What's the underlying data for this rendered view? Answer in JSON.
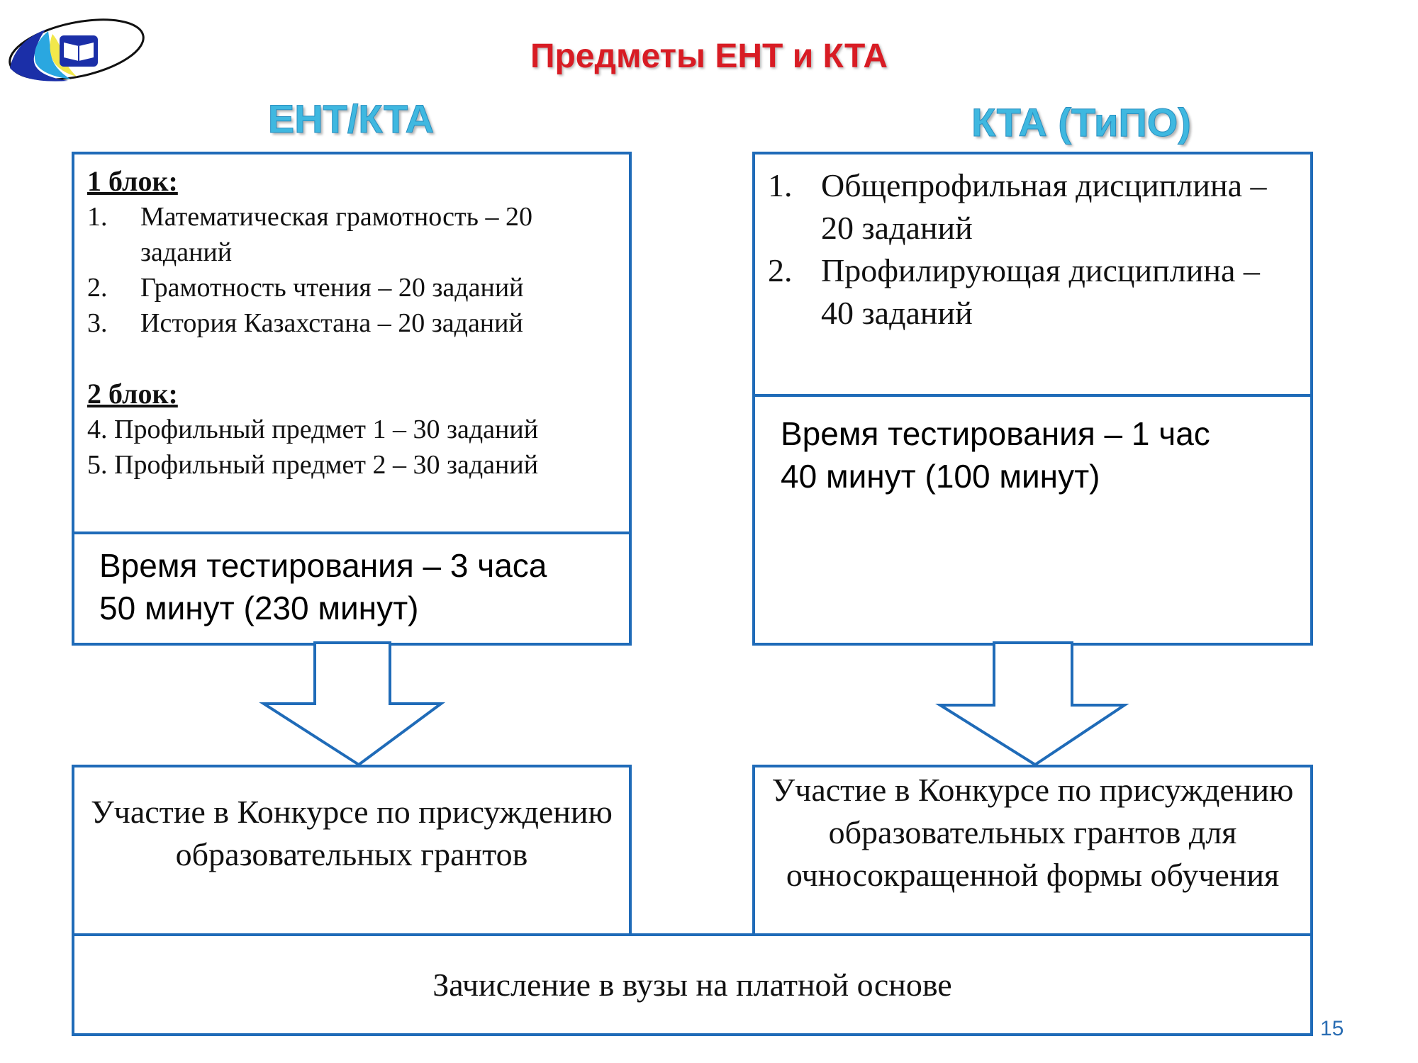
{
  "slide": {
    "title": "Предметы ЕНТ и КТА",
    "page_number": "15"
  },
  "logo": {
    "icon": "open-book-icon",
    "colors": [
      "#1b2fa8",
      "#2aa7e0",
      "#f2e84a",
      "#111111"
    ]
  },
  "colors": {
    "border": "#1f6bb8",
    "title": "#d81c24",
    "heading": "#3fb8e0"
  },
  "left_column": {
    "heading": "ЕНТ/КТА",
    "block1_title": "1 блок:",
    "block1_items": [
      {
        "num": "1.",
        "text": "Математическая грамотность – 20 заданий"
      },
      {
        "num": "2.",
        "text": "Грамотность чтения – 20 заданий"
      },
      {
        "num": "3.",
        "text": "История Казахстана – 20 заданий"
      }
    ],
    "block2_title": "2 блок:",
    "block2_items": [
      "4. Профильный предмет 1 – 30 заданий",
      "5. Профильный предмет 2 – 30 заданий"
    ],
    "time_line1": "Время тестирования – 3 часа",
    "time_line2": "50 минут (230 минут)",
    "outcome": "Участие в Конкурсе по присуждению образовательных грантов"
  },
  "right_column": {
    "heading": "КТА (ТиПО)",
    "items": [
      {
        "num": "1.",
        "text": "Общепрофильная дисциплина – 20 заданий"
      },
      {
        "num": "2.",
        "text": "Профилирующая дисциплина – 40 заданий"
      }
    ],
    "time_line1": "Время тестирования – 1 час",
    "time_line2": "40 минут (100 минут)",
    "outcome": "Участие в Конкурсе по присуждению образовательных грантов для очносокращенной формы обучения"
  },
  "bottom_box": "Зачисление в вузы на платной основе"
}
